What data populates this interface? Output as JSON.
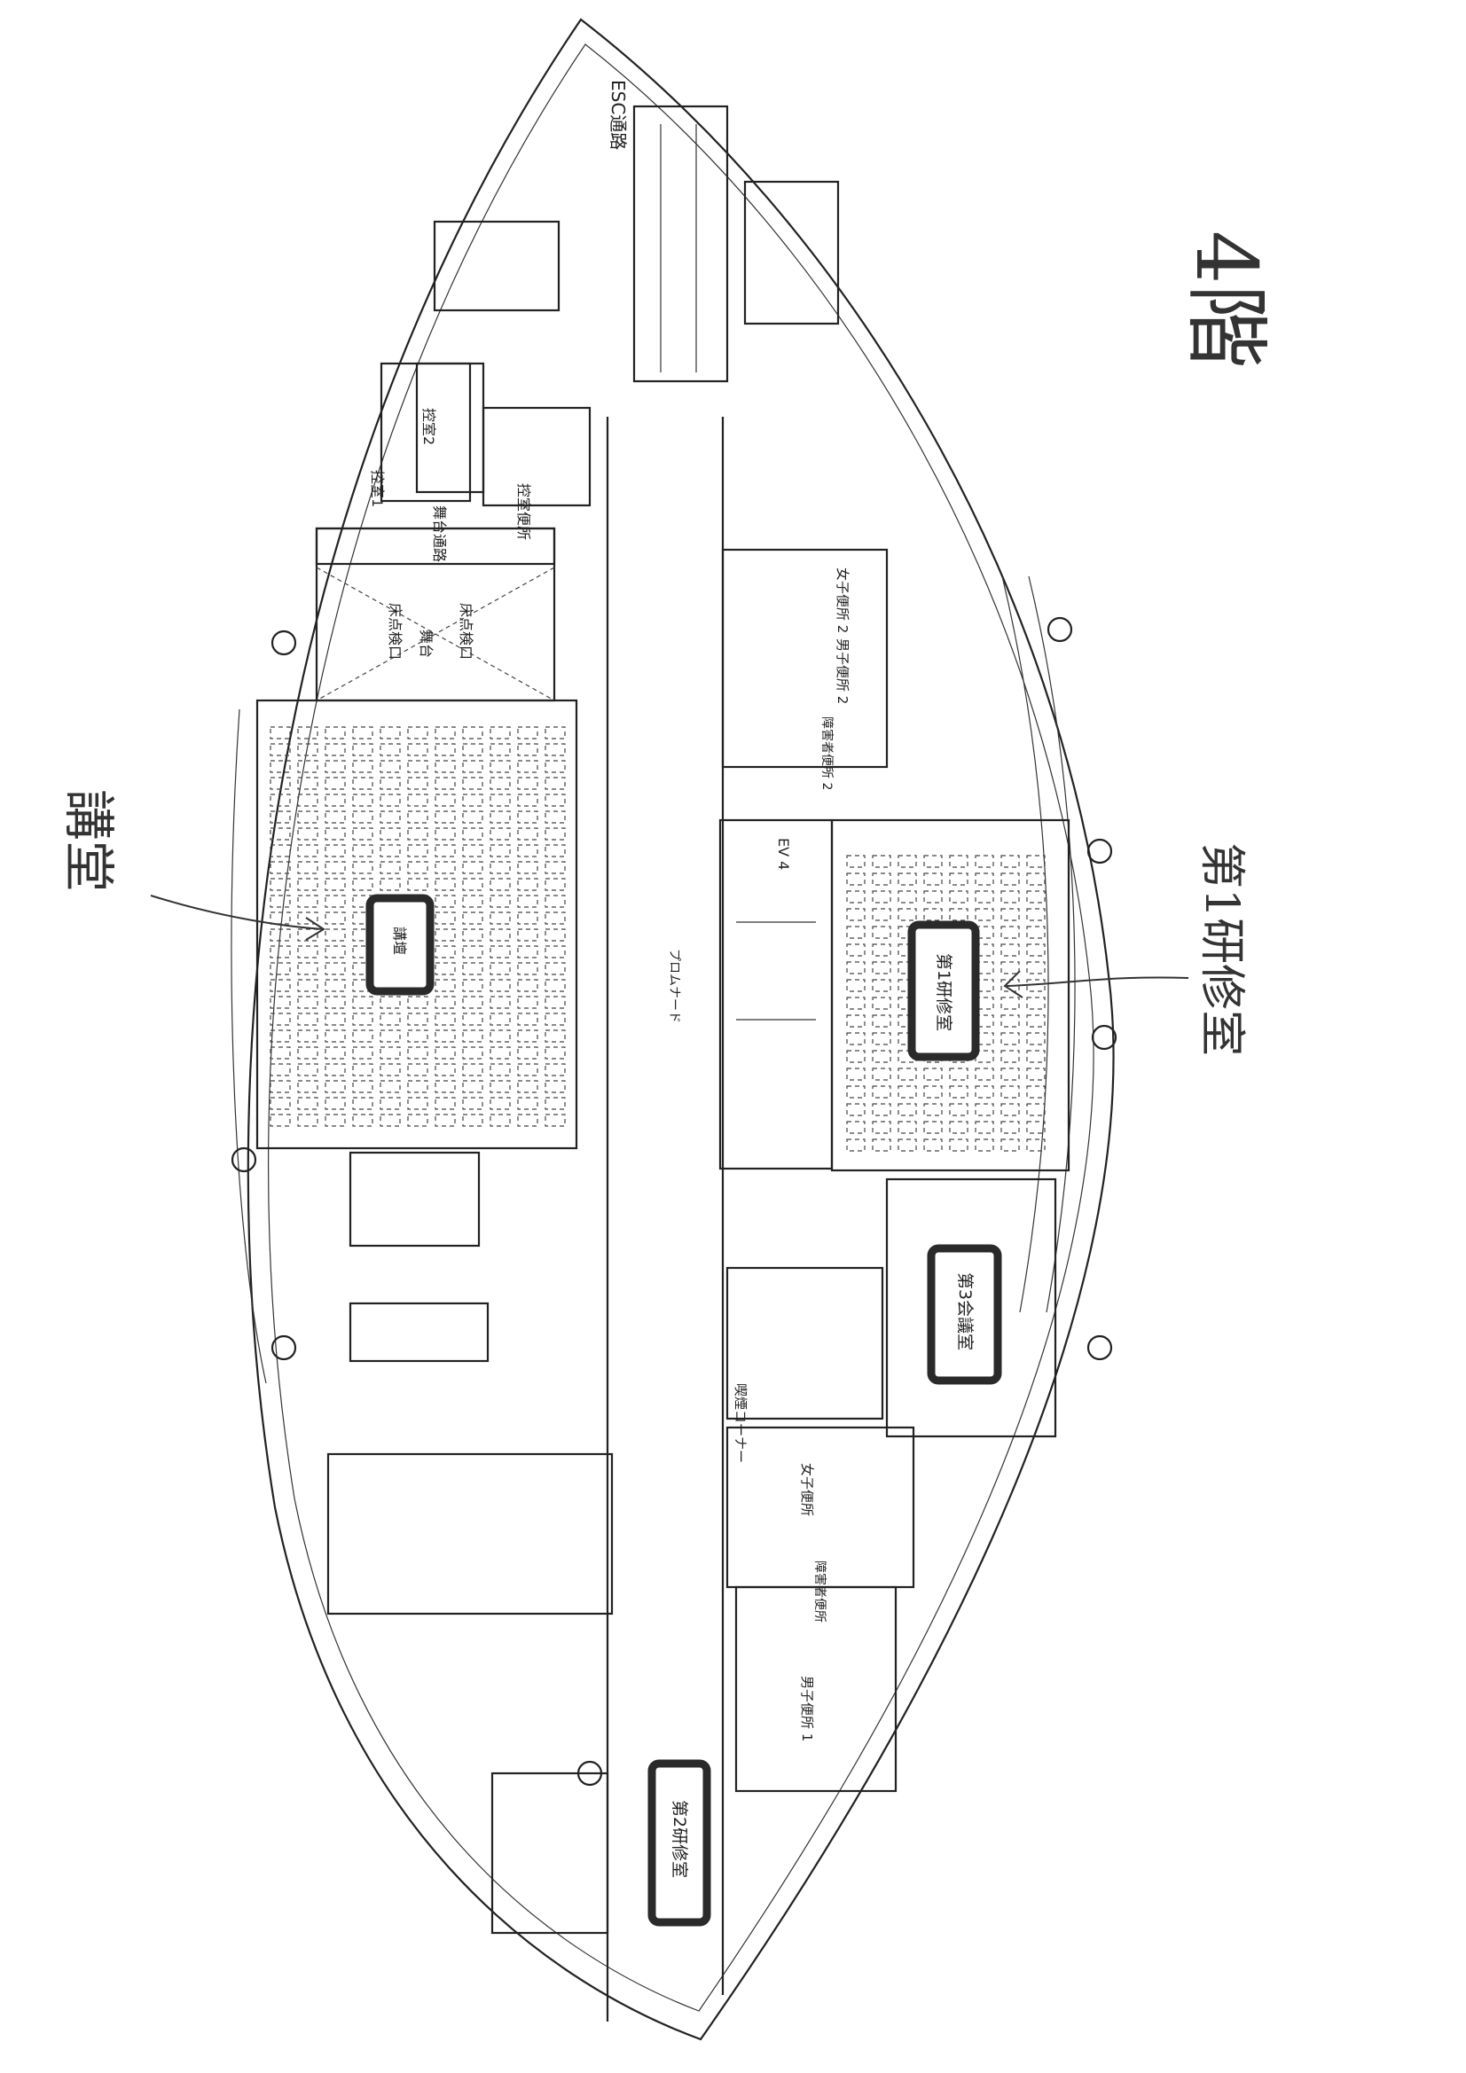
{
  "floor_title": "4階",
  "handwritten": {
    "auditorium": "講堂",
    "training_room_1": "第1研修室"
  },
  "rooms": {
    "auditorium_podium": "講壇",
    "training_room_1": "第1研修室",
    "training_room_2": "第2研修室",
    "meeting_room_3": "第3会議室",
    "promenade": "プロムナード",
    "esc_passage": "ESC通路",
    "waiting_room_1": "控室1",
    "waiting_room_2": "控室2",
    "waiting_toilet": "控室便所",
    "stage": "舞台",
    "floor_hatch_a": "床点検口",
    "floor_hatch_b": "床点検口",
    "stage_passage": "舞台通路",
    "elevator": "EV 4",
    "womens_toilet_2": "女子便所 2",
    "mens_toilet_2": "男子便所 2",
    "accessible_toilet_2": "障害者便所 2",
    "womens_toilet_1": "女子便所",
    "mens_toilet_1": "男子便所 1",
    "accessible_toilet_1": "障害者便所",
    "smoking_corner": "喫煙コーナー"
  }
}
